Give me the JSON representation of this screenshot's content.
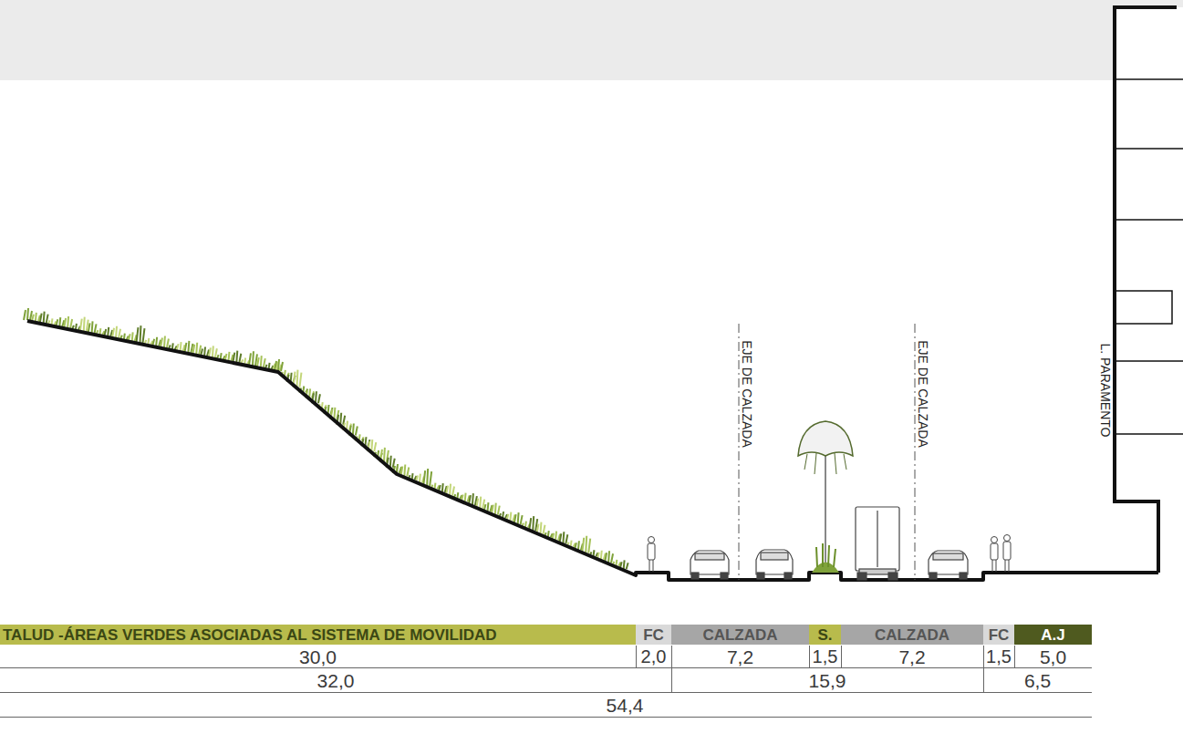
{
  "diagram": {
    "labels": [
      "EJE DE CALZADA",
      "EJE DE CALZADA",
      "L. PARAMENTO",
      "TALUD -ÁREAS VERDES ASOCIADAS AL SISTEMA DE MOVILIDAD",
      "FC",
      "CALZADA",
      "S.",
      "CALZADA",
      "FC",
      "A.J",
      "30,0",
      "2,0",
      "7,2",
      "1,5",
      "7,2",
      "1,5",
      "5,0",
      "32,0",
      "15,9",
      "6,5",
      "54,4"
    ]
  }
}
